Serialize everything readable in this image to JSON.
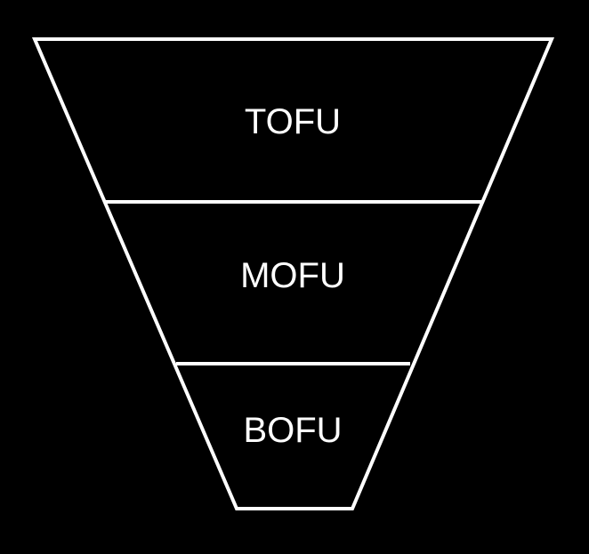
{
  "diagram": {
    "type": "funnel",
    "background_color": "#000000",
    "line_color": "#ffffff",
    "stages": [
      {
        "label": "TOFU"
      },
      {
        "label": "MOFU"
      },
      {
        "label": "BOFU"
      }
    ]
  }
}
